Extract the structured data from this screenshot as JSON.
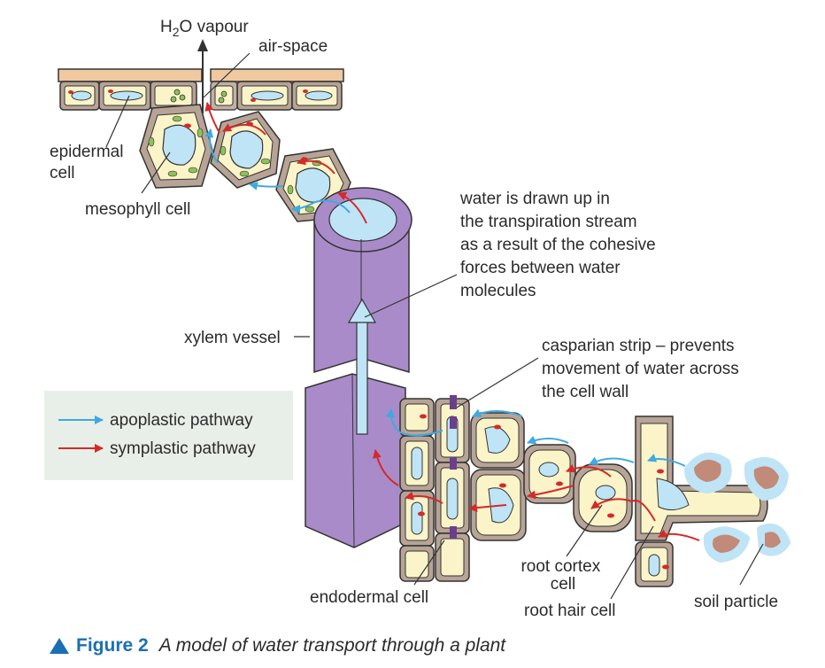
{
  "labels": {
    "h2o_vapour": {
      "prefix": "H",
      "sub": "2",
      "suffix": "O vapour"
    },
    "air_space": "air-space",
    "epidermal_cell": [
      "epidermal",
      "cell"
    ],
    "mesophyll_cell": "mesophyll cell",
    "transpiration_note": [
      "water is drawn up in",
      "the transpiration stream",
      "as a result of the cohesive",
      "forces between water",
      "molecules"
    ],
    "xylem_vessel": "xylem vessel",
    "casparian_strip": [
      "casparian strip – prevents",
      "movement of water across",
      "the cell wall"
    ],
    "endodermal_cell": "endodermal cell",
    "root_cortex_cell": [
      "root cortex",
      "cell"
    ],
    "root_hair_cell": "root hair cell",
    "soil_particle": "soil particle"
  },
  "legend": {
    "items": [
      {
        "label": "apoplastic pathway",
        "color": "#3fa9e0"
      },
      {
        "label": "symplastic pathway",
        "color": "#d42a2a"
      }
    ]
  },
  "caption": {
    "figure_number": "Figure 2",
    "title": "A model of water transport through a plant"
  },
  "colors": {
    "xylem": "#a98bc9",
    "cell_fill": "#faf4c8",
    "cell_wall": "#b7a496",
    "vacuole": "#bfe4f5",
    "chloroplast": "#8dc25a",
    "soil": "#c28a78",
    "legend_bg": "#e8efe8"
  }
}
